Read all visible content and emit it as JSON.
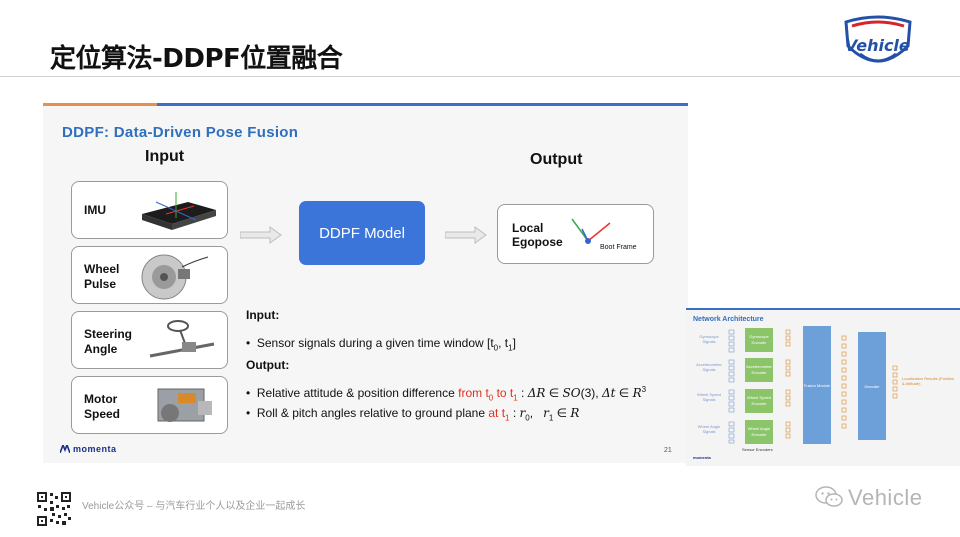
{
  "slide_title": "定位算法-DDPF位置融合",
  "logo_text": "Vehicle",
  "main_slide": {
    "heading": "DDPF: Data-Driven Pose Fusion",
    "input_heading": "Input",
    "output_heading": "Output",
    "sensors": [
      {
        "line1": "IMU",
        "line2": ""
      },
      {
        "line1": "Wheel",
        "line2": "Pulse"
      },
      {
        "line1": "Steering",
        "line2": "Angle"
      },
      {
        "line1": "Motor",
        "line2": "Speed"
      }
    ],
    "model_label": "DDPF Model",
    "egopose_line1": "Local",
    "egopose_line2": "Egopose",
    "boot_frame": "Boot Frame",
    "input_label": "Input:",
    "input_bullet": "Sensor signals during a given time window [t",
    "output_label": "Output:",
    "output_bullet1_text": "Relative attitude & position difference ",
    "output_bullet1_red": "from t",
    "output_bullet1_red2": " to t",
    "output_bullet2_text": "Roll & pitch angles relative to ground plane ",
    "output_bullet2_red": "at t",
    "brand": "momenta",
    "page_number": "21"
  },
  "arch_slide": {
    "title": "Network Architecture",
    "inputs": [
      "Gyroscope Signals",
      "Accelerometer Signals",
      "Wheel Speed Signals",
      "Wheel Angle Signals"
    ],
    "encoders": [
      "Gyroscope Encoder",
      "Accelerometer Encoder",
      "Wheel Speed Encoder",
      "Wheel Angle Encoder"
    ],
    "fusion_label": "Fusion Module",
    "decoder_label": "Decoder",
    "result_label": "Localization Results (Position & Attitude)",
    "sensor_encoders": "Sensor Encoders",
    "brand": "momenta"
  },
  "footer": {
    "text": "Vehicle公众号 – 与汽车行业个人以及企业一起成长",
    "brand": "Vehicle"
  },
  "colors": {
    "accent_blue": "#3b75d9",
    "heading_blue": "#2f6fbd",
    "highlight_red": "#e0301e",
    "encoder_green": "#8cc46a",
    "fusion_blue": "#6d9fd8"
  }
}
